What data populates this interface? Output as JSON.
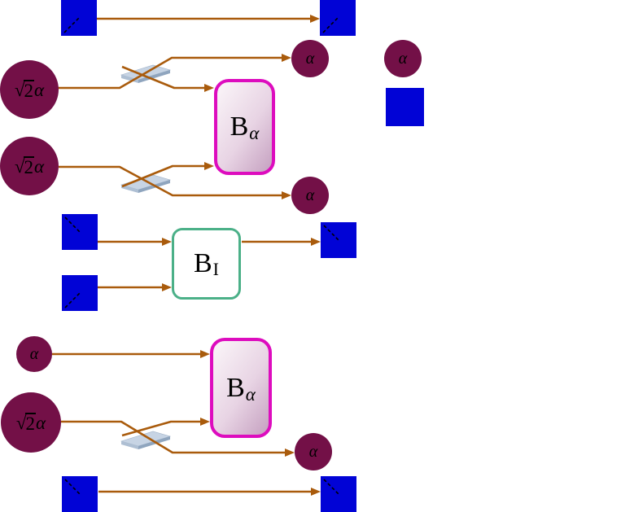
{
  "diagram": {
    "background": "#FFFFFF",
    "state_labels": {
      "sqrt_radical": "√",
      "sqrt_radicand": "2",
      "alpha": "α"
    },
    "gates": [
      {
        "id": "b-alpha-top",
        "base": "B",
        "sub": "α"
      },
      {
        "id": "b-identity",
        "base": "B",
        "sub": "I"
      },
      {
        "id": "b-alpha-bottom",
        "base": "B",
        "sub": "α"
      }
    ],
    "icons": [
      "beamsplitter-plate-icon",
      "dashed-diagonal-mark",
      "arrowhead"
    ],
    "colors": {
      "square_blue": "#0103D6",
      "state_circle_maroon": "#731047",
      "beam_arrow_orange": "#A95B0C",
      "b_alpha_border_magenta": "#DD0CBE",
      "b_alpha_fill_light": "#F7F0F5",
      "b_alpha_fill_dark": "#C5A0C0",
      "b_identity_border_green": "#4BB088",
      "b_identity_fill_light": "#E9F8E6",
      "b_identity_fill_dark": "#8FD57F",
      "beamsplitter_plate": "#C7D4E4",
      "beamsplitter_plate_edge": "#8FA5BE",
      "dash_mark_black": "#000000"
    }
  }
}
